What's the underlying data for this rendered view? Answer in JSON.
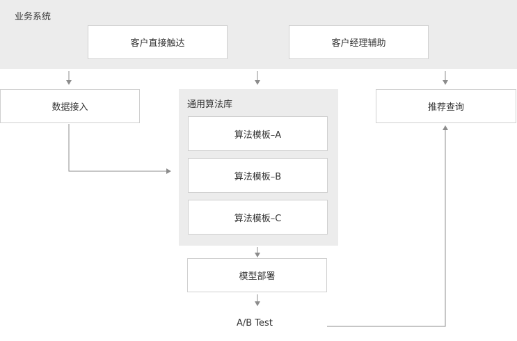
{
  "business_system": {
    "title": "业务系统",
    "customer_direct": "客户直接触达",
    "manager_assist": "客户经理辅助"
  },
  "data_ingest": "数据接入",
  "algo_library": {
    "title": "通用算法库",
    "templates": [
      "算法模板–A",
      "算法模板–B",
      "算法模板–C"
    ]
  },
  "recommend_query": "推荐查询",
  "model_deploy": "模型部署",
  "ab_test": "A/B Test",
  "colors": {
    "region_bg": "#ececec",
    "box_border": "#cfcfcf",
    "connector": "#8c8c8c",
    "text": "#333333"
  }
}
